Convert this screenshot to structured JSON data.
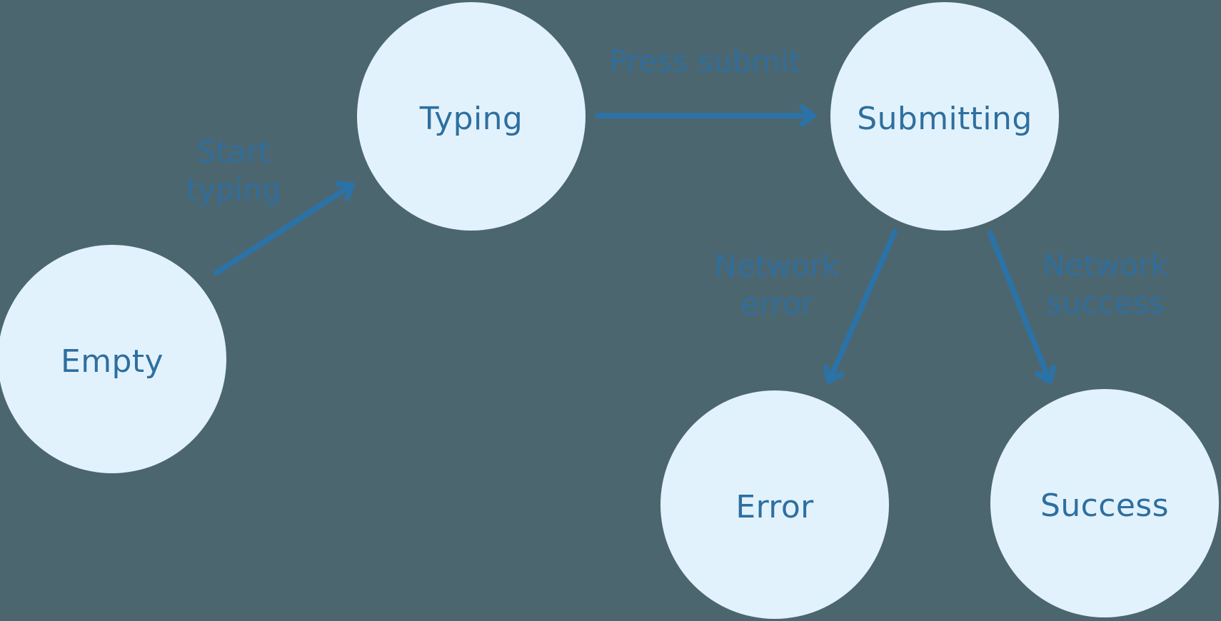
{
  "diagram": {
    "type": "state-machine",
    "colors": {
      "background": "#4c6670",
      "node_fill": "#e2f2fc",
      "node_text": "#2e6f9f",
      "arrow": "#2a73a9",
      "edge_label_text": "#2f6f9e"
    },
    "nodes": [
      {
        "id": "empty",
        "label": "Empty"
      },
      {
        "id": "typing",
        "label": "Typing"
      },
      {
        "id": "submitting",
        "label": "Submitting"
      },
      {
        "id": "error",
        "label": "Error"
      },
      {
        "id": "success",
        "label": "Success"
      }
    ],
    "edges": [
      {
        "from": "empty",
        "to": "typing",
        "label": "Start typing",
        "label_lines": [
          "Start",
          "typing"
        ]
      },
      {
        "from": "typing",
        "to": "submitting",
        "label": "Press submit",
        "label_lines": [
          "Press submit"
        ]
      },
      {
        "from": "submitting",
        "to": "error",
        "label": "Network error",
        "label_lines": [
          "Network",
          "error"
        ]
      },
      {
        "from": "submitting",
        "to": "success",
        "label": "Network success",
        "label_lines": [
          "Network",
          "success"
        ]
      }
    ]
  }
}
